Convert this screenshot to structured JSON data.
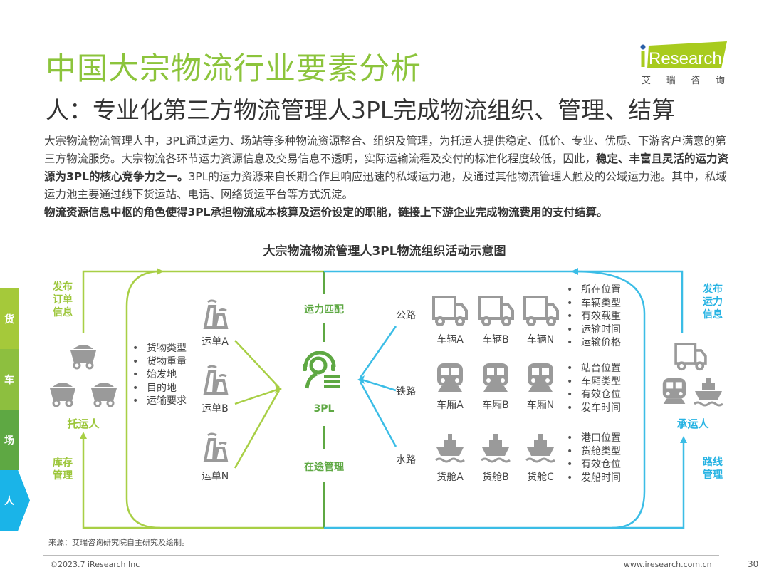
{
  "header": {
    "title": "中国大宗物流行业要素分析",
    "subtitle": "人：专业化第三方物流管理人3PL完成物流组织、管理、结算",
    "logo_text": "iResearch",
    "logo_cn": [
      "艾",
      "瑞",
      "咨",
      "询"
    ]
  },
  "paragraph": {
    "p1": "大宗物流物流管理人中，3PL通过运力、场站等多种物流资源整合、组织及管理，为托运人提供稳定、低价、专业、优质、下游客户满意的第三方物流服务。大宗物流各环节运力资源信息及交易信息不透明，实际运输流程及交付的标准化程度较低，因此，",
    "b1": "稳定、丰富且灵活的运力资源为3PL的核心竞争力之一。",
    "p2": "3PL的运力资源来自长期合作且响应迅速的私域运力池，及通过其他物流管理人触及的公域运力池。其中，私域运力池主要通过线下货运站、电话、网络货运平台等方式沉淀。",
    "b2": "物流资源信息中枢的角色使得3PL承担物流成本核算及运价设定的职能，链接上下游企业完成物流费用的支付结算。"
  },
  "sidebar": {
    "items": [
      "货",
      "车",
      "场",
      "人"
    ],
    "colors": [
      "#a5c93a",
      "#8dbf3f",
      "#5ea843",
      "#1ab4e8"
    ]
  },
  "diagram": {
    "title": "大宗物流物流管理人3PL物流组织活动示意图",
    "shipper": {
      "label": "托运人",
      "publish": "发布订单信息",
      "inventory": "库存管理"
    },
    "orders": [
      "运单A",
      "运单B",
      "运单N"
    ],
    "order_attrs": [
      "货物类型",
      "货物重量",
      "始发地",
      "目的地",
      "运输要求"
    ],
    "center": {
      "label": "3PL",
      "match": "运力匹配",
      "transit": "在途管理"
    },
    "modes": [
      {
        "name": "公路",
        "units": [
          "车辆A",
          "车辆B",
          "车辆N"
        ],
        "attrs": [
          "所在位置",
          "车辆类型",
          "有效载重",
          "运输时间",
          "运输价格"
        ]
      },
      {
        "name": "铁路",
        "units": [
          "车厢A",
          "车厢B",
          "车厢N"
        ],
        "attrs": [
          "站台位置",
          "车厢类型",
          "有效仓位",
          "发车时间"
        ]
      },
      {
        "name": "水路",
        "units": [
          "货舱A",
          "货舱B",
          "货舱C"
        ],
        "attrs": [
          "港口位置",
          "货舱类型",
          "有效仓位",
          "发船时间"
        ]
      }
    ],
    "carrier": {
      "label": "承运人",
      "publish": "发布运力信息",
      "route": "路线管理"
    }
  },
  "footer": {
    "source": "来源：艾瑞咨询研究院自主研究及绘制。",
    "copyright": "©2023.7 iResearch Inc",
    "url": "www.iresearch.com.cn",
    "page": "30"
  }
}
